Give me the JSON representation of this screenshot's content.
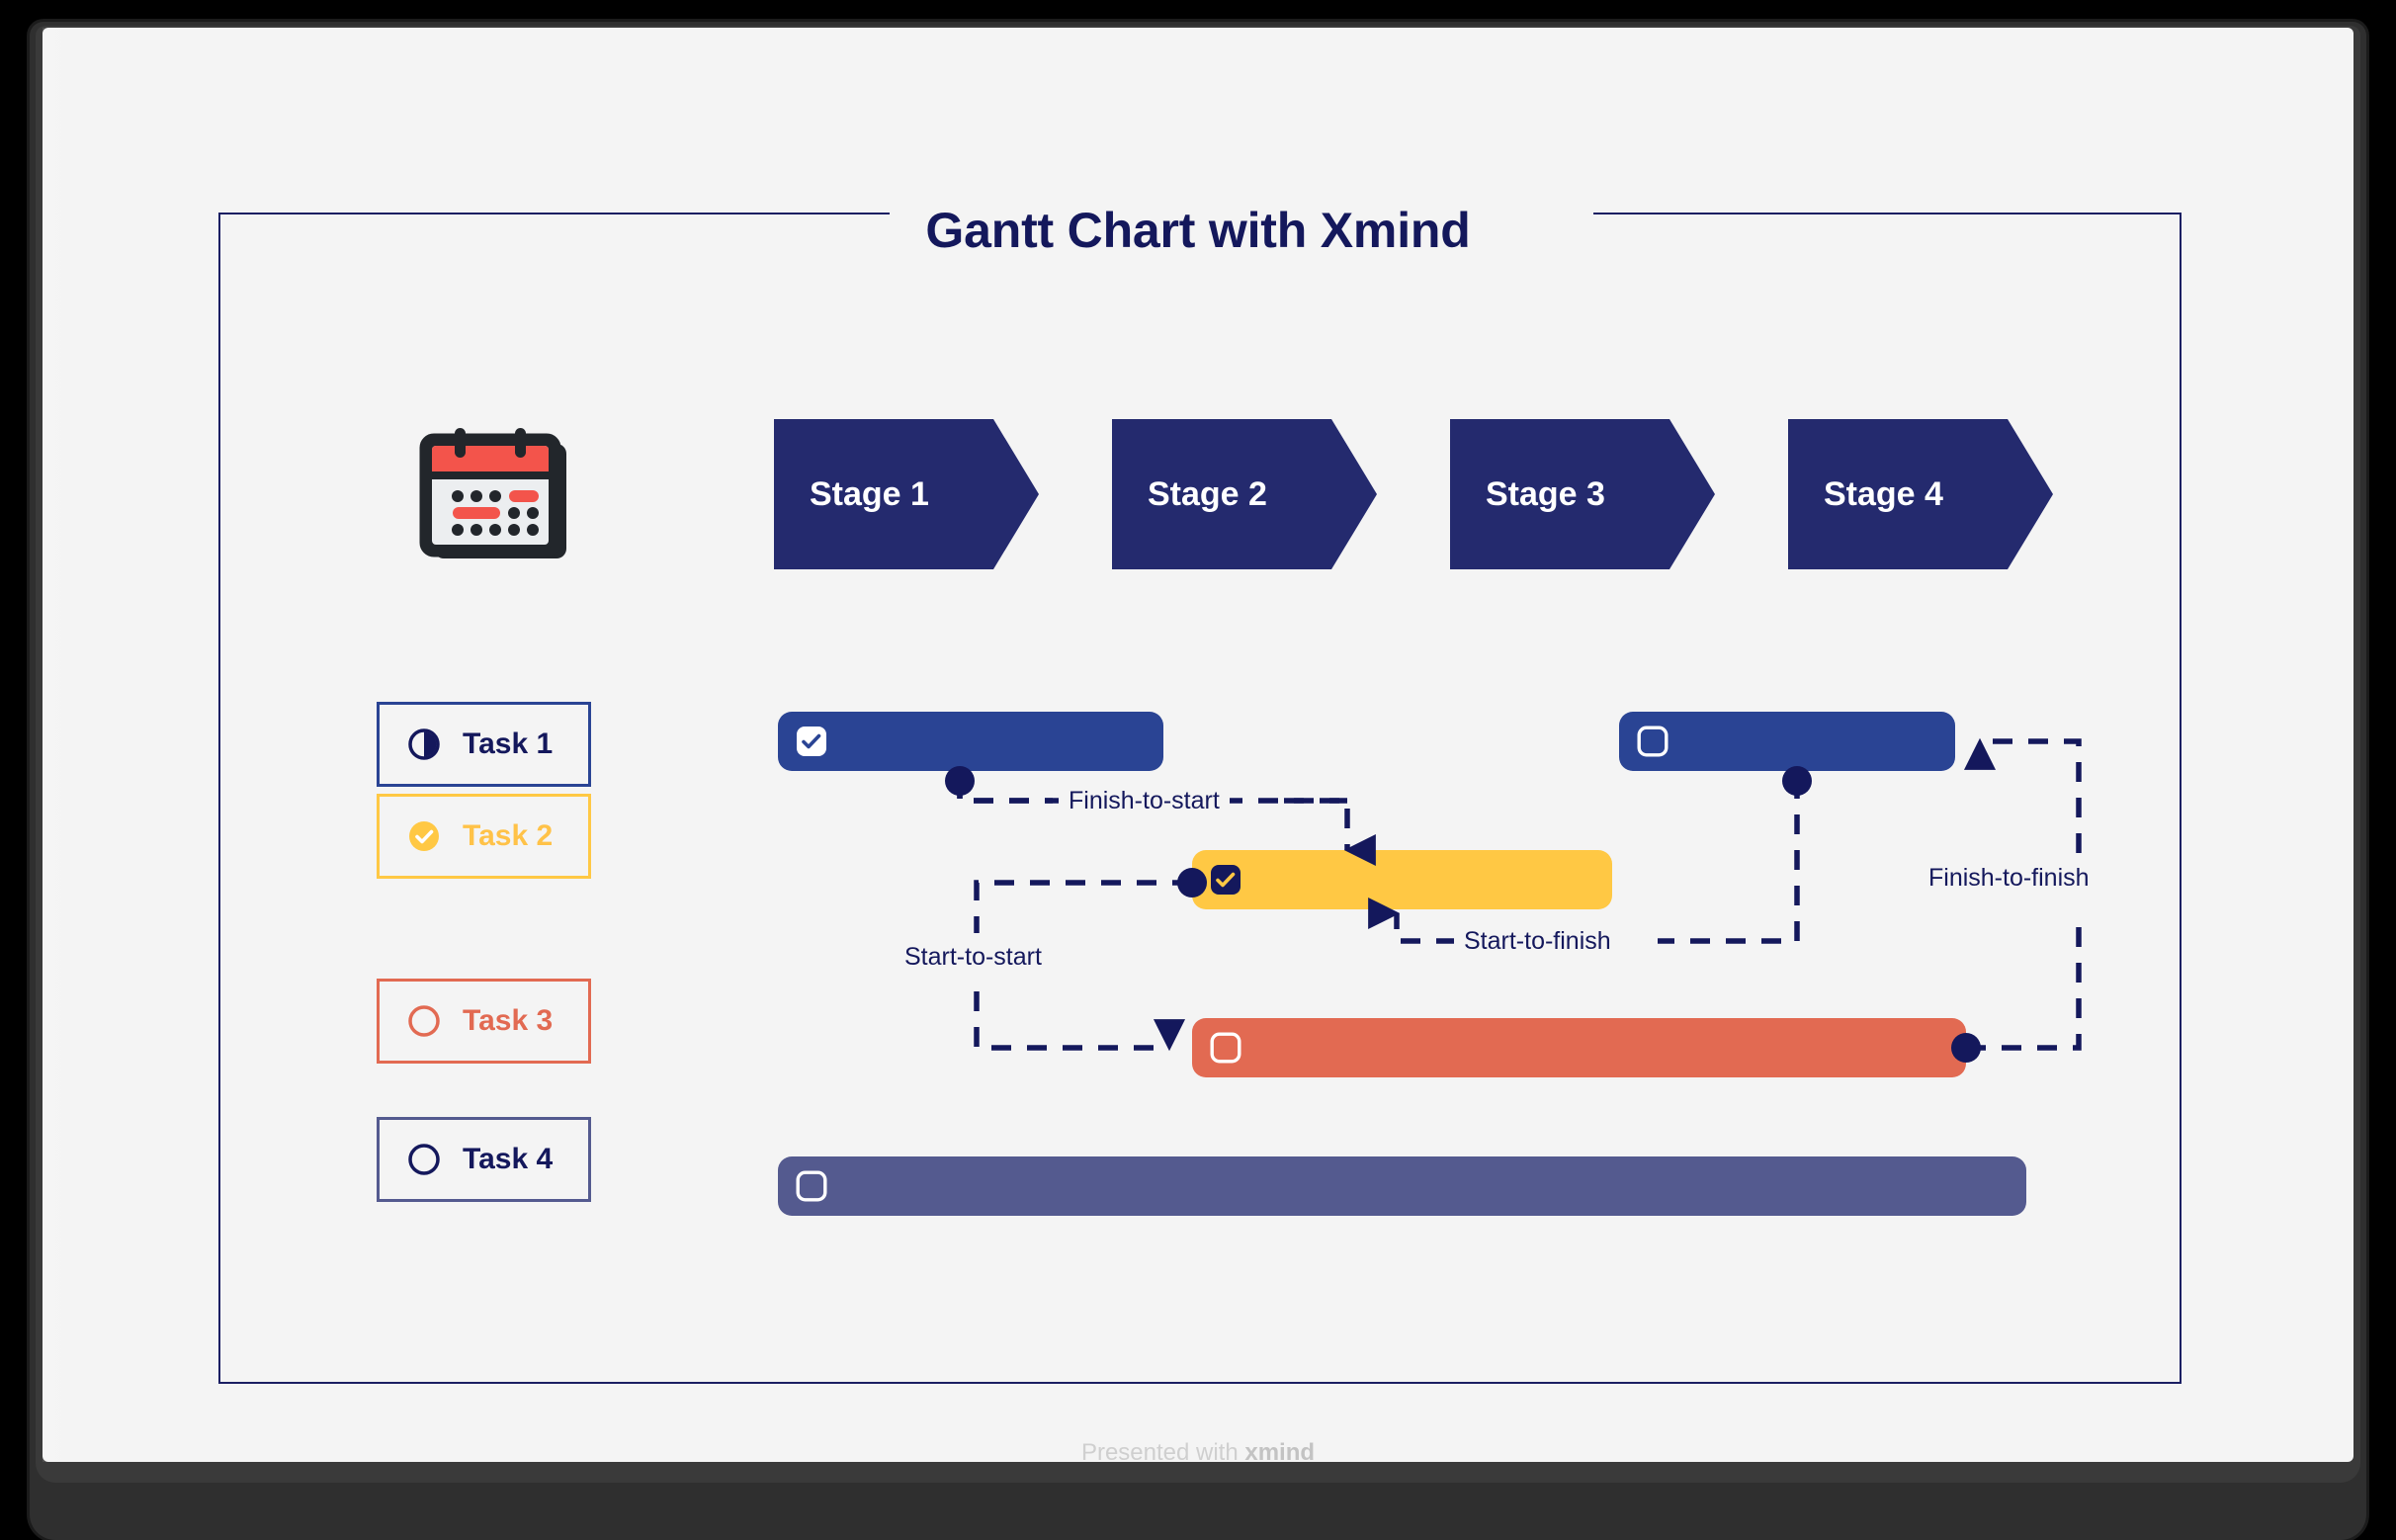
{
  "title": "Gantt Chart with Xmind",
  "footer": {
    "prefix": "Presented with ",
    "brand": "xmind"
  },
  "colors": {
    "navy_dark": "#14185c",
    "stage_navy": "#242a6e",
    "task1": "#2a4494",
    "task2": "#ffc844",
    "task3": "#e26a52",
    "task4": "#545a8f",
    "canvas": "#f4f4f4",
    "calendar_red": "#f3544b"
  },
  "header_icon": "calendar-icon",
  "stages": [
    {
      "label": "Stage 1"
    },
    {
      "label": "Stage 2"
    },
    {
      "label": "Stage 3"
    },
    {
      "label": "Stage 4"
    }
  ],
  "tasks": [
    {
      "label": "Task 1",
      "status": "in-progress",
      "icon": "half-filled-circle-icon",
      "color": "#2a4494"
    },
    {
      "label": "Task 2",
      "status": "complete",
      "icon": "check-circle-icon",
      "color": "#ffc844"
    },
    {
      "label": "Task 3",
      "status": "not-started",
      "icon": "empty-circle-icon",
      "color": "#e26a52"
    },
    {
      "label": "Task 4",
      "status": "not-started",
      "icon": "empty-circle-icon",
      "color": "#545a8f"
    }
  ],
  "bars": [
    {
      "task": "Task 1",
      "segment": 1,
      "checked": true,
      "color": "#2a4494"
    },
    {
      "task": "Task 1",
      "segment": 2,
      "checked": false,
      "color": "#2a4494"
    },
    {
      "task": "Task 2",
      "segment": 1,
      "checked": true,
      "color": "#ffc844"
    },
    {
      "task": "Task 3",
      "segment": 1,
      "checked": false,
      "color": "#e26a52"
    },
    {
      "task": "Task 4",
      "segment": 1,
      "checked": false,
      "color": "#545a8f"
    }
  ],
  "dependencies": [
    {
      "label": "Finish-to-start",
      "from": "Task 1 segment 1",
      "to": "Task 2 segment 1"
    },
    {
      "label": "Start-to-start",
      "from": "Task 1 segment 1",
      "to": "Task 3 segment 1"
    },
    {
      "label": "Start-to-finish",
      "from": "Task 1 segment 2",
      "to": "Task 2 segment 1"
    },
    {
      "label": "Finish-to-finish",
      "from": "Task 3 segment 1",
      "to": "Task 1 segment 2"
    }
  ],
  "chart_data": {
    "type": "bar",
    "title": "Gantt Chart with Xmind",
    "xlabel": "",
    "ylabel": "",
    "categories": [
      "Task 1",
      "Task 2",
      "Task 3",
      "Task 4"
    ],
    "axis_stages": [
      "Stage 1",
      "Stage 2",
      "Stage 3",
      "Stage 4"
    ],
    "xlim": [
      0,
      100
    ],
    "grid": false,
    "legend": "none",
    "series": [
      {
        "name": "Task 1",
        "color": "#2a4494",
        "bars": [
          {
            "start": 0,
            "end": 19.6
          },
          {
            "start": 41.6,
            "end": 63.0
          }
        ]
      },
      {
        "name": "Task 2",
        "color": "#ffc844",
        "bars": [
          {
            "start": 19.8,
            "end": 47.0
          }
        ]
      },
      {
        "name": "Task 3",
        "color": "#e26a52",
        "bars": [
          {
            "start": 19.8,
            "end": 60.7
          }
        ]
      },
      {
        "name": "Task 4",
        "color": "#545a8f",
        "bars": [
          {
            "start": 0,
            "end": 63.5
          }
        ]
      }
    ],
    "annotations": [
      "Finish-to-start",
      "Start-to-start",
      "Start-to-finish",
      "Finish-to-finish"
    ]
  }
}
